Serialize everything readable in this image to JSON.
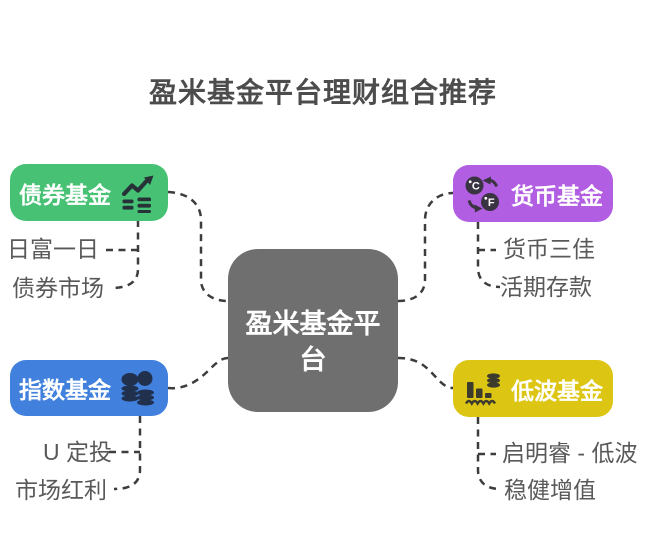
{
  "title": "盈米基金平台理财组合推荐",
  "center_node": {
    "label": "盈米基金平台",
    "color": "#6f6f6f"
  },
  "branches": [
    {
      "label": "债券基金",
      "color": "#47c274",
      "icon": "trending-chart-icon",
      "children": [
        "日富一日",
        "债券市场"
      ]
    },
    {
      "label": "货币基金",
      "color": "#b15ee2",
      "icon": "currency-exchange-icon",
      "children": [
        "货币三佳",
        "活期存款"
      ]
    },
    {
      "label": "指数基金",
      "color": "#4181dd",
      "icon": "coin-stacks-icon",
      "children": [
        "U 定投",
        "市场红利"
      ]
    },
    {
      "label": "低波基金",
      "color": "#ddc613",
      "icon": "bar-chart-coins-icon",
      "children": [
        "启明睿 - 低波",
        "稳健增值"
      ]
    }
  ],
  "connector_color": "#3d3d3d"
}
